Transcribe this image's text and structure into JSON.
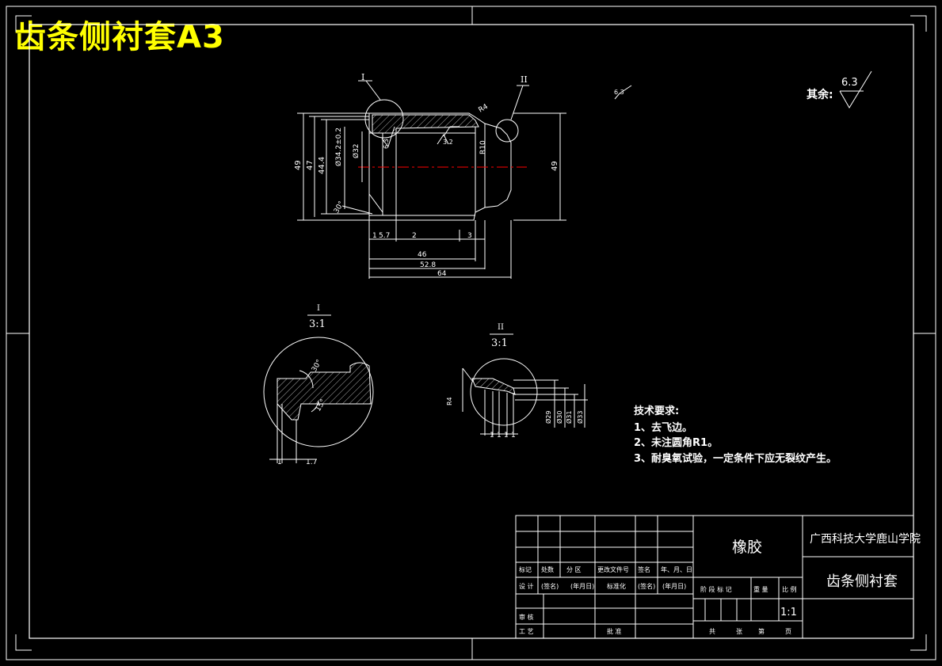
{
  "header": {
    "title": "齿条侧衬套A3"
  },
  "roughness": {
    "rest_label": "其余:",
    "rest_value": "6.3",
    "mark_top": "6.3",
    "mark_mid": "6.3",
    "mark_small": "3.2"
  },
  "main_view": {
    "detail_I_tag": "I",
    "detail_II_tag": "II",
    "dims": {
      "h49_left": "49",
      "h47": "47",
      "h44_4": "44.4",
      "d34": "Ø34.2±0.2",
      "d32": "Ø32",
      "r4": "R4",
      "r10": "R10",
      "angle30": "30°",
      "h49_right": "49",
      "w1": "1",
      "w5_7": "5.7",
      "w2": "2",
      "w3": "3",
      "w46": "46",
      "w52_8": "52.8",
      "w64": "64"
    }
  },
  "detail_I": {
    "tag": "I",
    "scale": "3:1",
    "angle30": "30°",
    "angle15": "15°",
    "w1": "1",
    "w1_7": "1.7"
  },
  "detail_II": {
    "tag": "II",
    "scale": "3:1",
    "r4": "R4",
    "w1a": "1",
    "w1b": "1",
    "w1c": "1",
    "w1d": "1",
    "d29": "Ø29",
    "d30": "Ø30",
    "d31": "Ø31",
    "d33": "Ø33"
  },
  "tech_requirements": {
    "heading": "技术要求:",
    "items": [
      "1、去飞边。",
      "2、未注圆角R1。",
      "3、耐臭氧试验，一定条件下应无裂纹产生。"
    ]
  },
  "title_block": {
    "material": "橡胶",
    "school": "广西科技大学鹿山学院",
    "part_name": "齿条侧衬套",
    "scale": "1:1",
    "row_labels": [
      "标记",
      "处数",
      "分 区",
      "更改文件号",
      "签名",
      "年、月、日"
    ],
    "design_row": [
      "设 计",
      "(签名)",
      "(年月日)",
      "标准化",
      "(签名)",
      "(年月日)"
    ],
    "stage_labels": [
      "阶 段 标 记",
      "重 量",
      "比 例"
    ],
    "review": "审 核",
    "process": "工 艺",
    "approve": "批 准",
    "sheet_labels": [
      "共",
      "张",
      "第",
      "页"
    ]
  },
  "colors": {
    "background": "#000000",
    "line": "#ffffff",
    "title": "#ffff00",
    "centerline": "#ff0000"
  }
}
